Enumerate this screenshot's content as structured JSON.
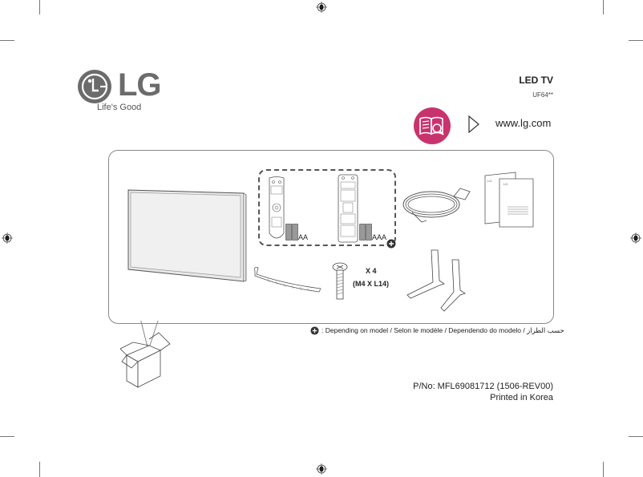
{
  "header": {
    "brand": "LG",
    "tagline": "Life's Good",
    "product_title": "LED TV",
    "model": "UF64**",
    "website": "www.lg.com",
    "manual_icon": "book-magnifier-icon",
    "arrow_icon": "play-arrow-outline-icon"
  },
  "components": {
    "tv": "tv-panel",
    "remote_magic": {
      "battery_label": "AA"
    },
    "remote_standard": {
      "battery_label": "AAA"
    },
    "power_cord": "power-cord",
    "manuals": "owners-manual",
    "cable_holder": "cable-holder",
    "screws": {
      "quantity": "X 4",
      "spec": "(M4 X L14)"
    },
    "stands": "stand-base"
  },
  "note": {
    "icon": "plus-circle-icon",
    "text": ":  Depending on model / Selon le modèle / Dependendo do modelo / حسب الطراز"
  },
  "footer": {
    "part_number": "P/No:  MFL69081712 (1506-REV00)",
    "printed": "Printed in Korea"
  },
  "colors": {
    "brand_gray": "#6b6b6b",
    "manual_icon_bg": "#c8336e"
  }
}
